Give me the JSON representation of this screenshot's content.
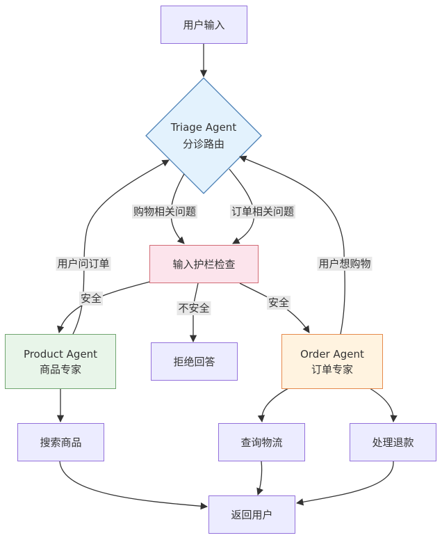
{
  "nodes": {
    "user_input": {
      "label": "用户输入"
    },
    "triage": {
      "line1": "Triage Agent",
      "line2": "分诊路由"
    },
    "guardrail": {
      "label": "输入护栏检查"
    },
    "product_agent": {
      "line1": "Product Agent",
      "line2": "商品专家"
    },
    "reject": {
      "label": "拒绝回答"
    },
    "order_agent": {
      "line1": "Order Agent",
      "line2": "订单专家"
    },
    "search_product": {
      "label": "搜索商品"
    },
    "query_logistics": {
      "label": "查询物流"
    },
    "handle_refund": {
      "label": "处理退款"
    },
    "return_user": {
      "label": "返回用户"
    }
  },
  "edge_labels": {
    "shopping_question": "购物相关问题",
    "order_question": "订单相关问题",
    "user_asks_order": "用户问订单",
    "user_wants_shop": "用户想购物",
    "safe_left": "安全",
    "unsafe": "不安全",
    "safe_right": "安全"
  },
  "colors": {
    "process_fill": "#ECECFF",
    "process_stroke": "#9370DB",
    "triage_fill": "#E3F2FD",
    "triage_stroke": "#4A7FB5",
    "guard_fill": "#FCE4EC",
    "guard_stroke": "#D26A74",
    "product_fill": "#E8F5E9",
    "product_stroke": "#6FA56F",
    "order_fill": "#FFF3E0",
    "order_stroke": "#E6894B",
    "edge": "#333333"
  }
}
